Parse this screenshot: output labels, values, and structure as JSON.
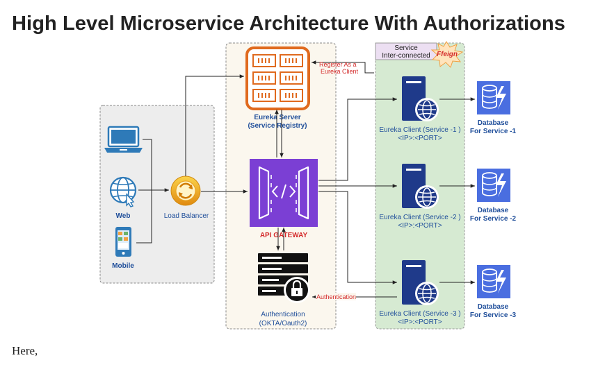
{
  "page": {
    "title": "High Level Microservice Architecture With Authorizations",
    "footer": "Here,"
  },
  "diagram": {
    "clients": {
      "web": "Web",
      "mobile": "Mobile"
    },
    "load_balancer": "Load Balancer",
    "eureka_server": {
      "line1": "Eureka Server",
      "line2": "(Service Registry)"
    },
    "register_note": {
      "line1": "Register As a",
      "line2": "Eureka Client"
    },
    "api_gateway": "API GATEWAY",
    "authentication": {
      "line1": "Authentication",
      "line2": "(OKTA/Oauth2)",
      "edge_label": "Authentication"
    },
    "service_interconnect": {
      "line1": "Service",
      "line2": "Inter-connected",
      "badge": "Ffeign"
    },
    "services": [
      {
        "client": "Eureka Client (Service -1 )",
        "address": "<IP>:<PORT>",
        "db_line1": "Database",
        "db_line2": "For Service -1"
      },
      {
        "client": "Eureka Client (Service -2 )",
        "address": "<IP>:<PORT>",
        "db_line1": "Database",
        "db_line2": "For Service -2"
      },
      {
        "client": "Eureka Client (Service -3 )",
        "address": "<IP>:<PORT>",
        "db_line1": "Database",
        "db_line2": "For Service -3"
      }
    ],
    "colors": {
      "label_blue": "#1f4e9a",
      "label_red": "#d42b2b",
      "eureka_orange": "#e06a1e",
      "gateway_purple": "#7b3fd4",
      "server_navy": "#1f3a8a",
      "database_blue": "#4a6ee0",
      "services_panel": "#d6ead2",
      "clients_panel": "#ededed",
      "core_panel": "#fbf7ee"
    },
    "icons": [
      "laptop-icon",
      "globe-icon",
      "mobile-phone-icon",
      "load-balancer-icon",
      "eureka-server-icon",
      "api-gateway-icon",
      "auth-lock-server-icon",
      "server-icon",
      "database-icon",
      "starburst-icon"
    ]
  }
}
